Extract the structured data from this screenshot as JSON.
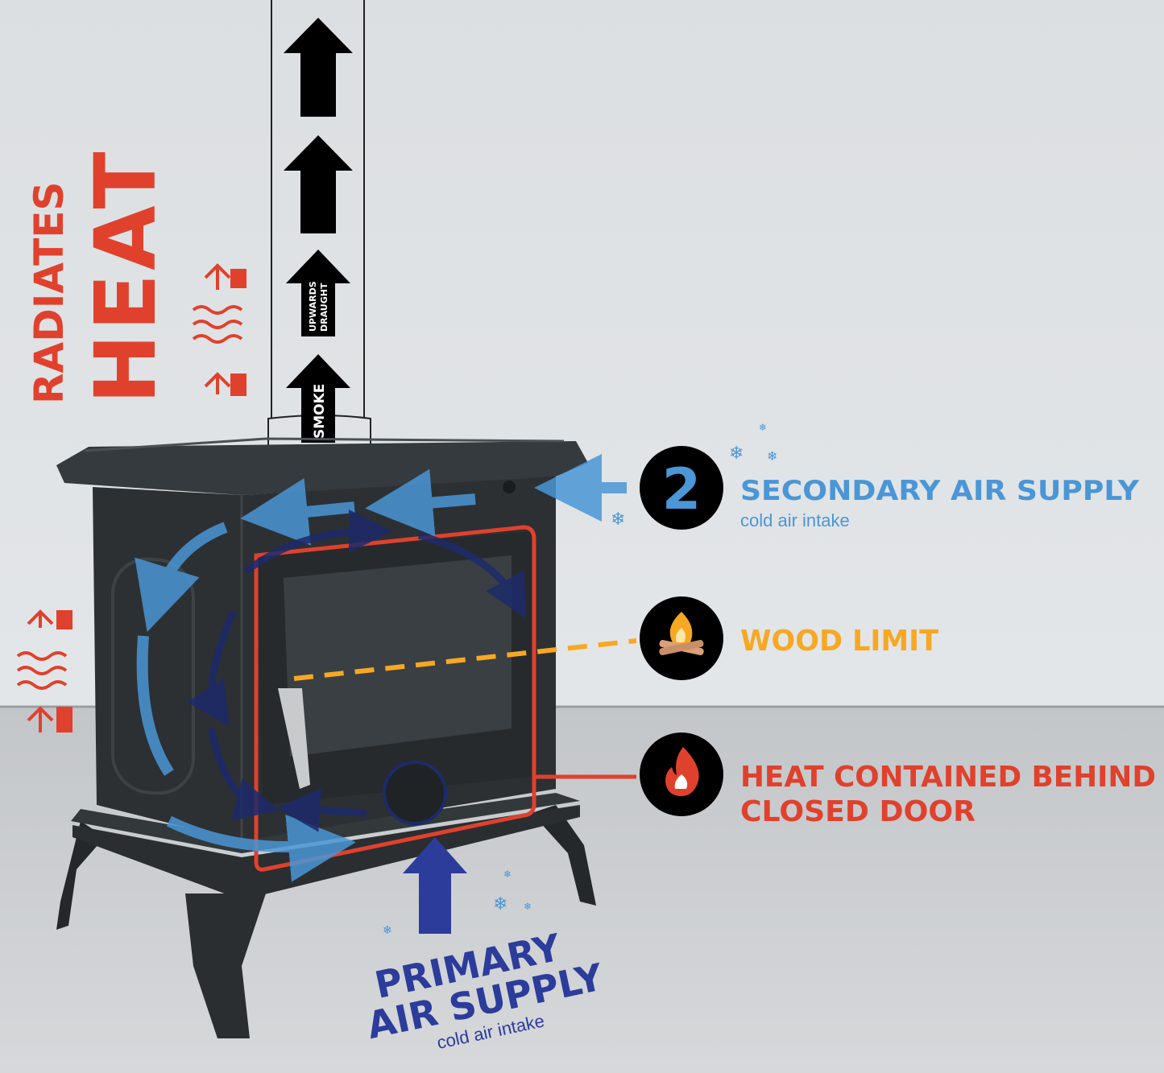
{
  "heat": {
    "line1": "RADIATES",
    "line2": "HEAT"
  },
  "chimney": {
    "arrow_upper": "UPWARDS",
    "arrow_lower": "DRAUGHT",
    "smoke": "SMOKE"
  },
  "labels": {
    "secondary": {
      "badge": "2",
      "title": "SECONDARY AIR SUPPLY",
      "subtitle": "cold air intake"
    },
    "wood_limit": {
      "title": "WOOD LIMIT"
    },
    "heat_contained": {
      "line1": "HEAT CONTAINED BEHIND",
      "line2": "CLOSED DOOR"
    },
    "primary": {
      "line1": "PRIMARY",
      "line2": "AIR SUPPLY",
      "subtitle": "cold air intake"
    }
  },
  "colors": {
    "red": "#e0412d",
    "blue": "#4a96d6",
    "orange": "#f7a823",
    "navy": "#2b3c9b",
    "stove": "#2c3033"
  }
}
